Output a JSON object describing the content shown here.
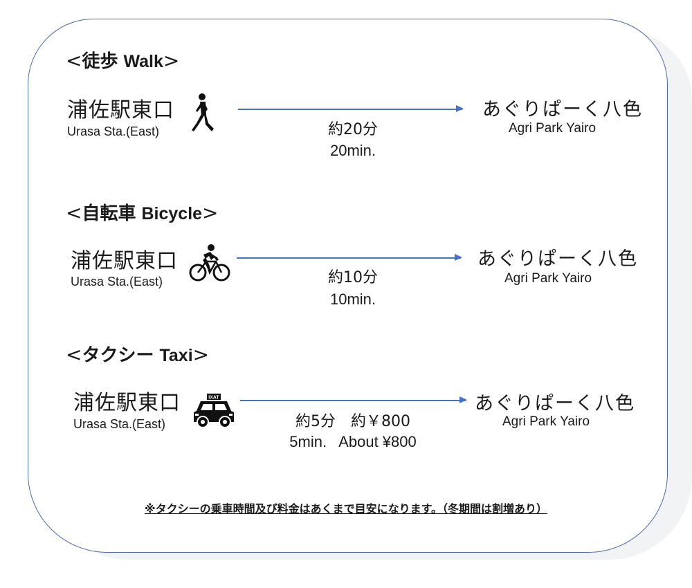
{
  "sections": {
    "walk": {
      "heading_open": "<",
      "heading_jp": "徒歩",
      "heading_en": "Walk",
      "heading_close": ">",
      "from_jp": "浦佐駅東口",
      "from_en": "Urasa Sta.(East)",
      "to_jp": "あぐりぱーく八色",
      "to_en": "Agri Park Yairo",
      "time_jp": "約20分",
      "time_en": "20min.",
      "icon": "walking-person-icon"
    },
    "bicycle": {
      "heading_open": "<",
      "heading_jp": "自転車",
      "heading_en": "Bicycle",
      "heading_close": ">",
      "from_jp": "浦佐駅東口",
      "from_en": "Urasa Sta.(East)",
      "to_jp": "あぐりぱーく八色",
      "to_en": "Agri Park Yairo",
      "time_jp": "約10分",
      "time_en": "10min.",
      "icon": "cyclist-icon"
    },
    "taxi": {
      "heading_open": "<",
      "heading_jp": "タクシー",
      "heading_en": "Taxi",
      "heading_close": ">",
      "from_jp": "浦佐駅東口",
      "from_en": "Urasa Sta.(East)",
      "to_jp": "あぐりぱーく八色",
      "to_en": "Agri Park Yairo",
      "time_jp": "約5分　約￥800",
      "time_en": "5min.   About ¥800",
      "icon": "taxi-icon",
      "taxi_sign": "IXAT"
    }
  },
  "note": "※タクシーの乗車時間及び料金はあくまで目安になります。（冬期間は割増あり）",
  "colors": {
    "border": "#4a6aa8",
    "arrow": "#4472c4",
    "shadow": "#f2f3f5"
  }
}
